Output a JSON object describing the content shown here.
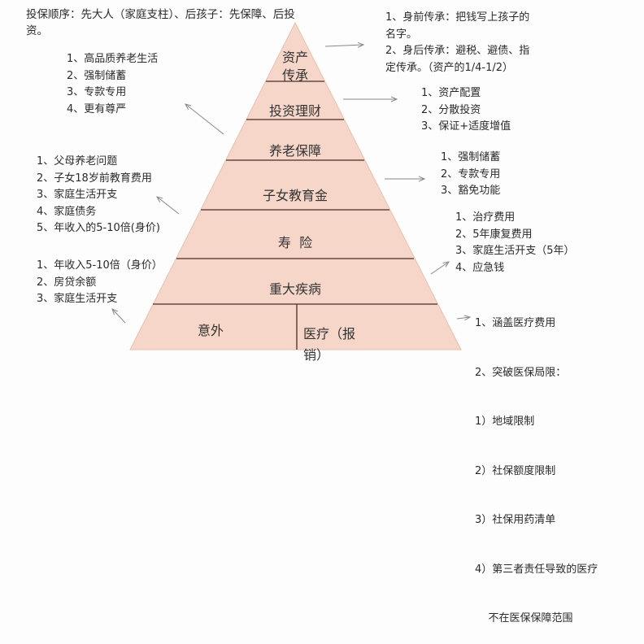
{
  "title_lines": [
    "投保顺序：先大人（家庭支柱）、后孩子：先保障、后投",
    "资。"
  ],
  "pyramid": {
    "fill": "#f6d6c8",
    "line": "#4a2e24",
    "levels": {
      "asset_inherit": [
        "资产",
        "传承"
      ],
      "invest": "投资理财",
      "pension": "养老保障",
      "education": "子女教育金",
      "life": "寿  险",
      "critical": "重大疾病",
      "accident": "意外",
      "medical": [
        "医疗（报",
        "销）"
      ]
    }
  },
  "notes": {
    "asset_inherit": [
      "1、身前传承：把钱写上孩子的",
      "名字。",
      "2、身后传承：避税、避债、指",
      "定传承。（资产的1/4-1/2）"
    ],
    "invest": [
      "1、资产配置",
      "2、分散投资",
      "3、保证+适度增值"
    ],
    "pension": [
      "1、高品质养老生活",
      "2、强制储蓄",
      "3、专款专用",
      "4、更有尊严"
    ],
    "education": [
      "1、强制储蓄",
      "2、专款专用",
      "3、豁免功能"
    ],
    "life": [
      "1、父母养老问题",
      "2、子女18岁前教育费用",
      "3、家庭生活开支",
      "4、家庭债务",
      "5、年收入的5-10倍(身价)"
    ],
    "critical": [
      "1、治疗费用",
      "2、5年康复费用",
      "3、家庭生活开支（5年）",
      "4、应急钱"
    ],
    "accident": [
      "1、年收入5-10倍（身价）",
      "2、房贷余额",
      "3、家庭生活开支"
    ],
    "medical": [
      "1、涵盖医疗费用",
      "2、突破医保局限：",
      "1）地域限制",
      "2）社保额度限制",
      "3）社保用药清单",
      "4）第三者责任导致的医疗",
      "    不在医保保障范围"
    ]
  }
}
